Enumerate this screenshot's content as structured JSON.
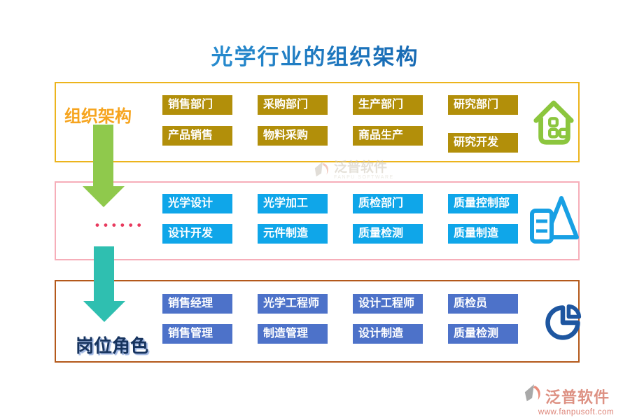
{
  "title": "光学行业的组织架构",
  "sections": [
    {
      "label": "组织架构",
      "icon": "house-icon",
      "buttons": [
        "销售部门",
        "采购部门",
        "生产部门",
        "研究部门",
        "产品销售",
        "物料采购",
        "商品生产",
        "研究开发"
      ]
    },
    {
      "label": "••••••",
      "icon": "pyramid-list-icon",
      "buttons": [
        "光学设计",
        "光学加工",
        "质检部门",
        "质量控制部",
        "设计开发",
        "元件制造",
        "质量检测",
        "质量制造"
      ]
    },
    {
      "label": "岗位角色",
      "icon": "pie-chart-icon",
      "buttons": [
        "销售经理",
        "光学工程师",
        "设计工程师",
        "质检员",
        "销售管理",
        "制造管理",
        "设计制造",
        "质量检测"
      ]
    }
  ],
  "watermark": {
    "name": "泛普软件",
    "sub": "FANPU SOFTWARE"
  },
  "footer": {
    "name": "泛普软件",
    "url": "www.fanpusoft.com"
  },
  "colors": {
    "title_gradient_from": "#2f9ede",
    "title_gradient_to": "#0e56a3",
    "box1_border": "#ecb41c",
    "box2_border": "#f6aeb9",
    "box3_border": "#b4591b",
    "gold_button": "#b28f0a",
    "cyan_button": "#0fa6e9",
    "royal_button": "#4d72c9",
    "green_arrow": "#8fc94c",
    "teal_arrow": "#2fbfb0",
    "label1_orange": "#f6a41e",
    "label3_navy": "#16335e",
    "dots_red": "#e83a5e",
    "house_icon_green": "#8cc63e",
    "pyramid_icon_blue": "#18a0e4",
    "pie_icon_blue": "#1e56a0",
    "logo_salmon": "#dd9183"
  }
}
